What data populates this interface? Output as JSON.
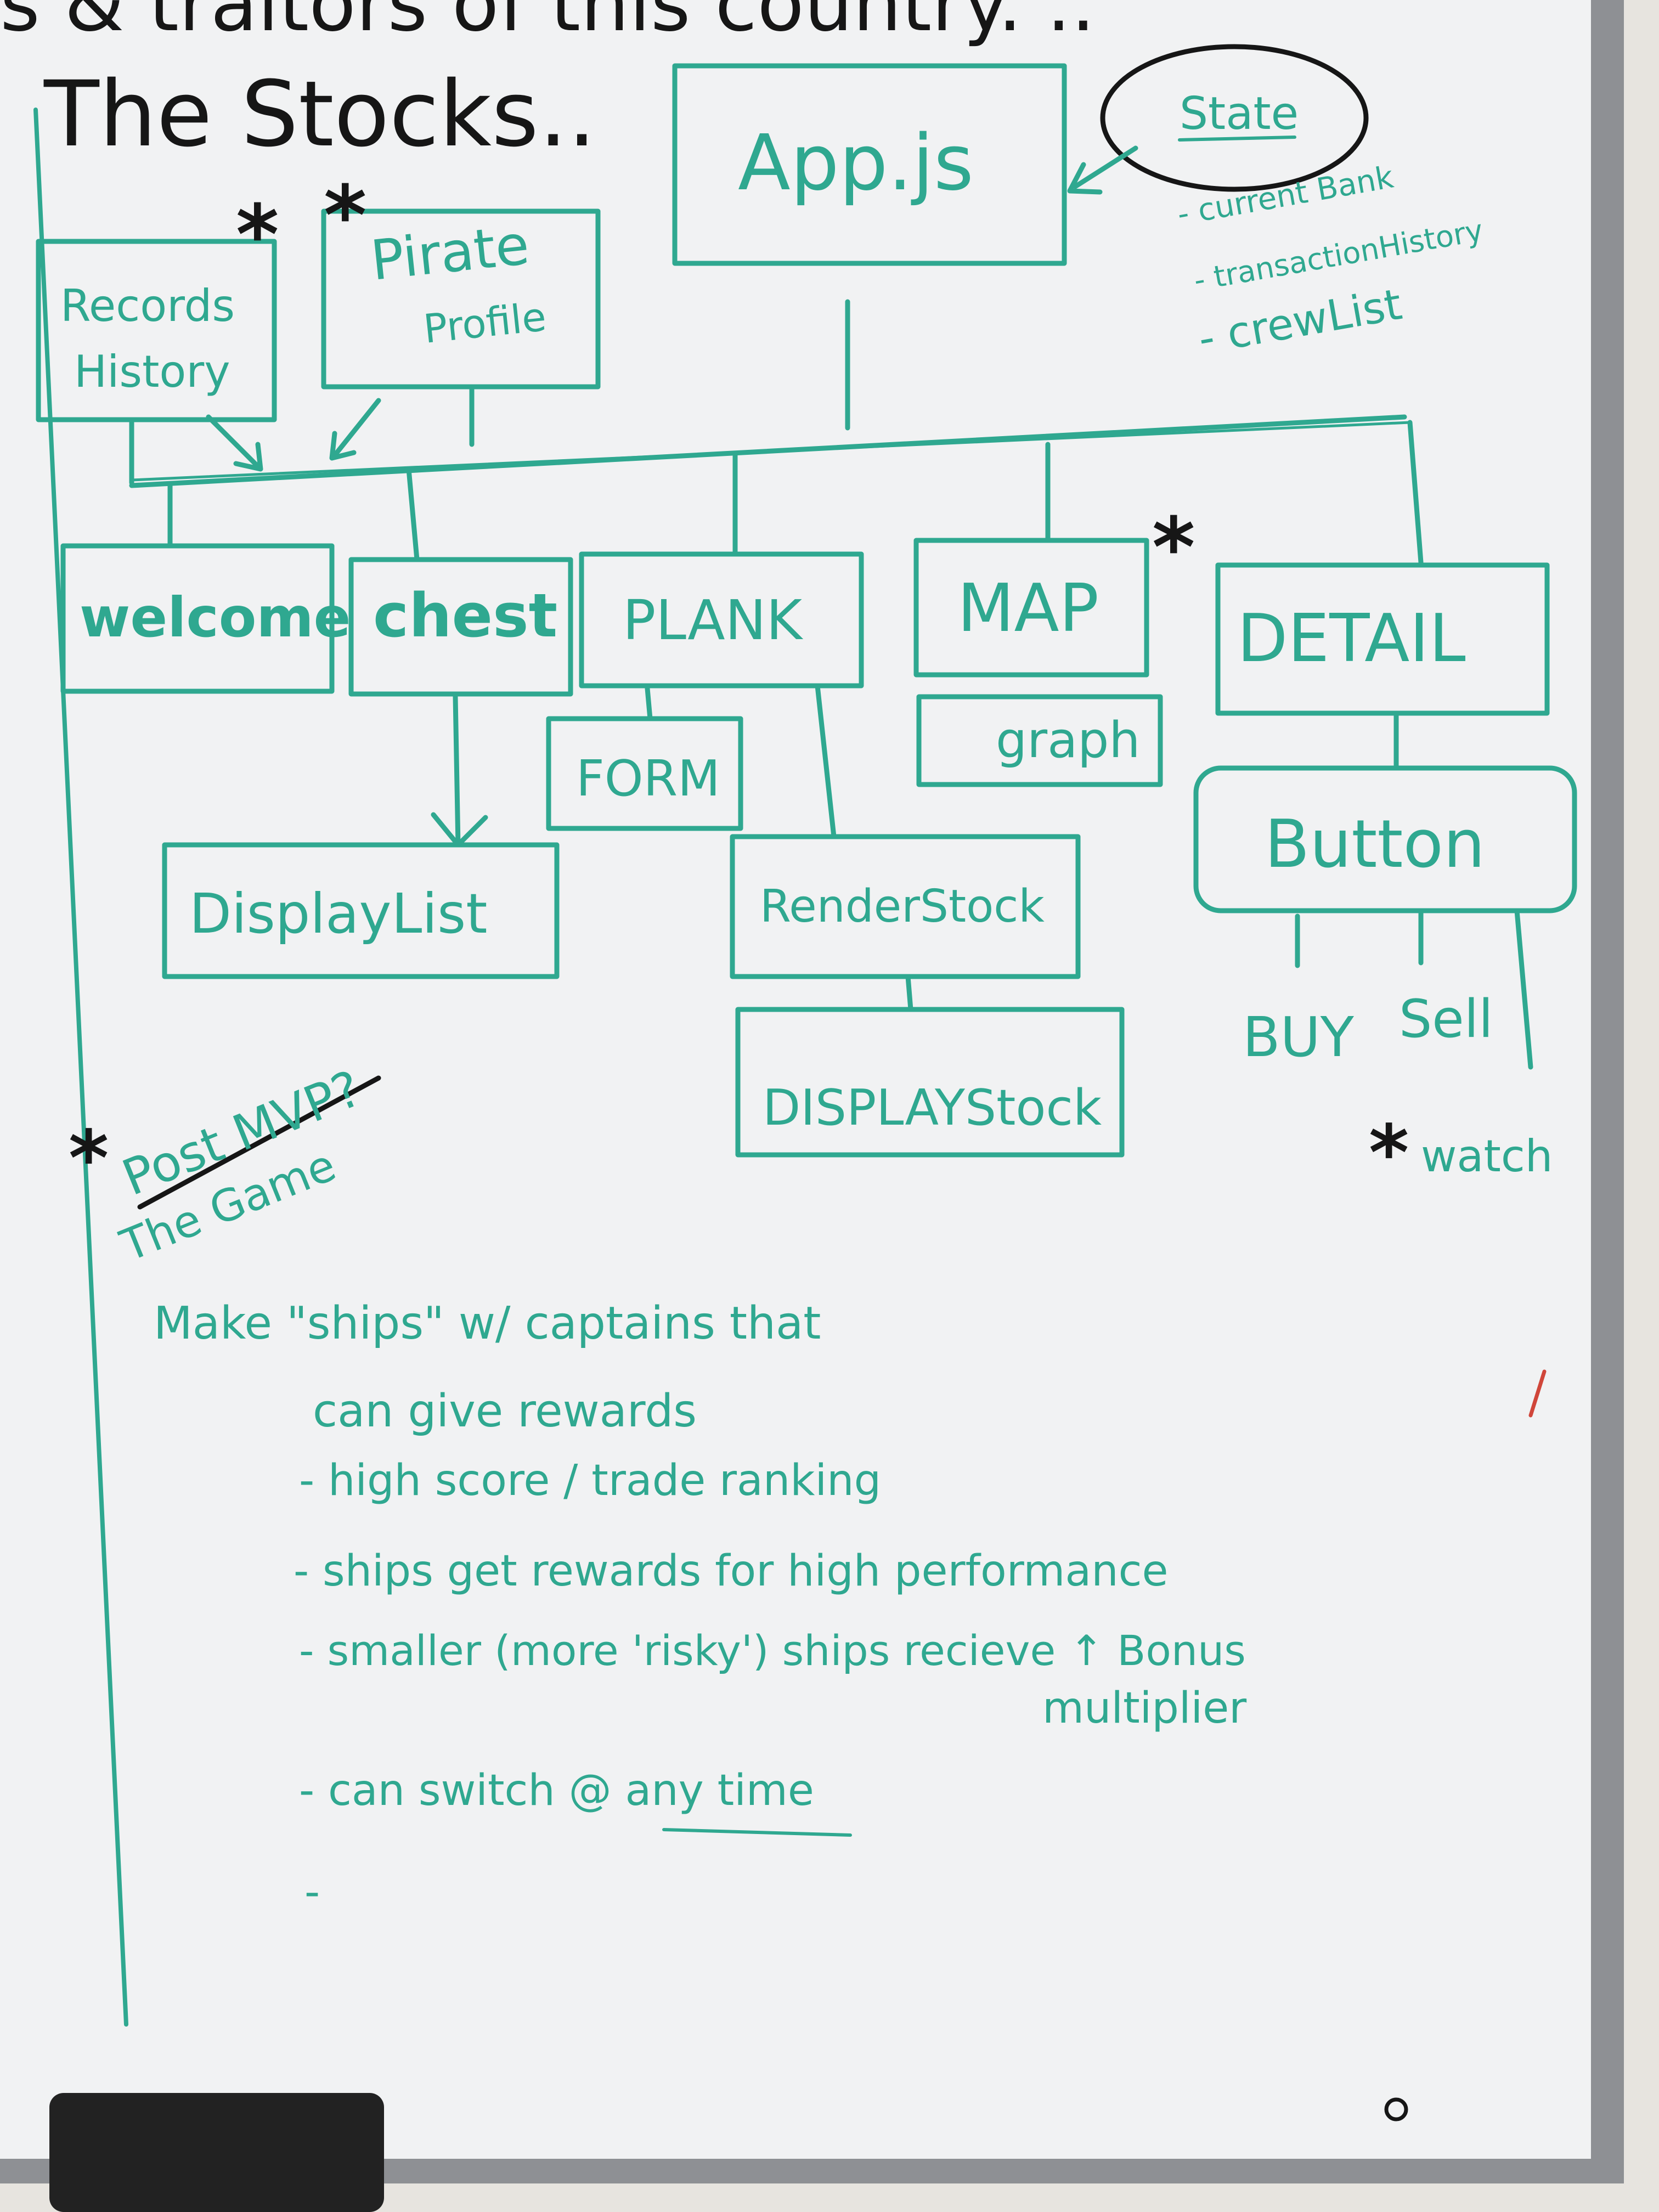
{
  "header": {
    "line1": "s & traitors of this country. ..",
    "line2": "The Stocks.."
  },
  "state_box": {
    "title": "State",
    "items": [
      "- current Bank",
      "- transactionHistory",
      "- crewList"
    ]
  },
  "components": {
    "app": "App.js",
    "records": [
      "Records",
      "History"
    ],
    "pirate": [
      "Pirate",
      "Profile"
    ],
    "welcome": "welcome",
    "chest": "chest",
    "plank": "PLANK",
    "map": "MAP",
    "detail": "DETAIL",
    "form": "FORM",
    "graph": "graph",
    "displaylist": "DisplayList",
    "renderstock": "RenderStock",
    "displaystock": "DISPLAYStock",
    "button": "Button",
    "buy": "BUY",
    "sell": "Sell"
  },
  "marks": {
    "asterisk": "*",
    "watch": "watch"
  },
  "postmvp": {
    "label": "Post MVP?",
    "subtitle": "The Game"
  },
  "notes": {
    "intro1": "Make \"ships\" w/ captains that",
    "intro2": "can give rewards",
    "b1": "- high score / trade ranking",
    "b2": "- ships get rewards for high performance",
    "b3": "- smaller (more 'risky') ships recieve ↑ Bonus",
    "b3b": "multiplier",
    "b4": "- can switch @ any time",
    "b5": "-"
  },
  "colors": {
    "marker": "#2fa890",
    "ink": "#161616",
    "board": "#f1f2f3",
    "wall": "#e7e4df",
    "frame": "#8e9094",
    "eraser": "#222222"
  }
}
